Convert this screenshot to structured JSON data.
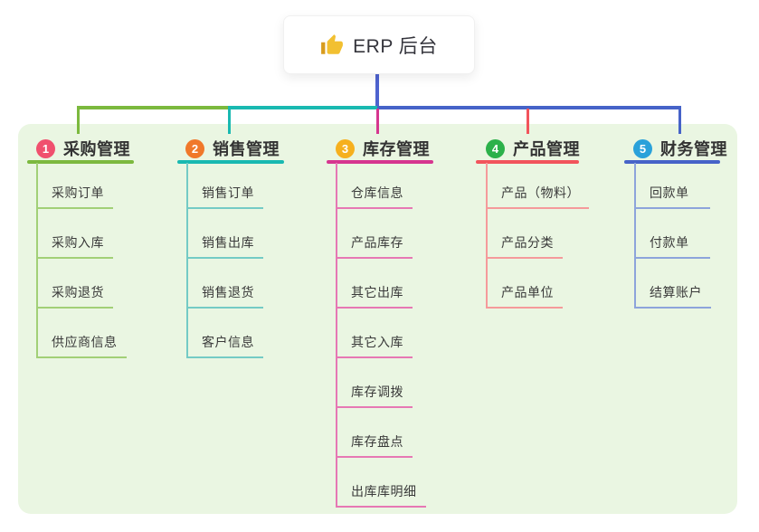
{
  "root": {
    "icon": "thumbs-up",
    "title": "ERP 后台"
  },
  "colors": {
    "page_bg": "#ffffff",
    "panel_bg": "#eaf6e2",
    "root_connector": "#4e63cf",
    "root_title_text": "#35353c",
    "branch_title_text": "#333333",
    "child_text": "#3a3a3a",
    "thumb_icon": "#f2b824"
  },
  "branches": [
    {
      "index": "1",
      "title": "采购管理",
      "badge_color": "#f0506e",
      "line_color": "#7cb93e",
      "child_line_color": "#a2d077",
      "children": [
        "采购订单",
        "采购入库",
        "采购退货",
        "供应商信息"
      ]
    },
    {
      "index": "2",
      "title": "销售管理",
      "badge_color": "#f0782a",
      "line_color": "#19b9b1",
      "child_line_color": "#74cbc5",
      "children": [
        "销售订单",
        "销售出库",
        "销售退货",
        "客户信息"
      ]
    },
    {
      "index": "3",
      "title": "库存管理",
      "badge_color": "#f6b01e",
      "line_color": "#d6368f",
      "child_line_color": "#e678b4",
      "children": [
        "仓库信息",
        "产品库存",
        "其它出库",
        "其它入库",
        "库存调拨",
        "库存盘点",
        "出库库明细"
      ]
    },
    {
      "index": "4",
      "title": "产品管理",
      "badge_color": "#2cb14a",
      "line_color": "#f2545c",
      "child_line_color": "#f59a9b",
      "children": [
        "产品（物料）",
        "产品分类",
        "产品单位"
      ]
    },
    {
      "index": "5",
      "title": "财务管理",
      "badge_color": "#2aa1da",
      "line_color": "#4663c8",
      "child_line_color": "#8da4db",
      "children": [
        "回款单",
        "付款单",
        "结算账户"
      ]
    }
  ]
}
